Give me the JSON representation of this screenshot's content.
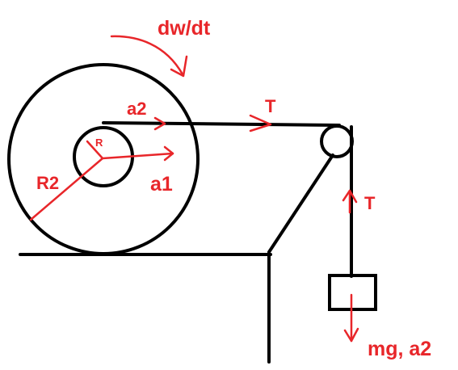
{
  "labels": {
    "angular_accel": "dw/dt",
    "accel_top": "a2",
    "tension_top": "T",
    "accel_center": "a1",
    "inner_radius": "R",
    "outer_radius": "R2",
    "tension_vertical": "T",
    "weight_accel": "mg, a2"
  },
  "colors": {
    "ink": "#000000",
    "annotation": "#e8262a"
  }
}
